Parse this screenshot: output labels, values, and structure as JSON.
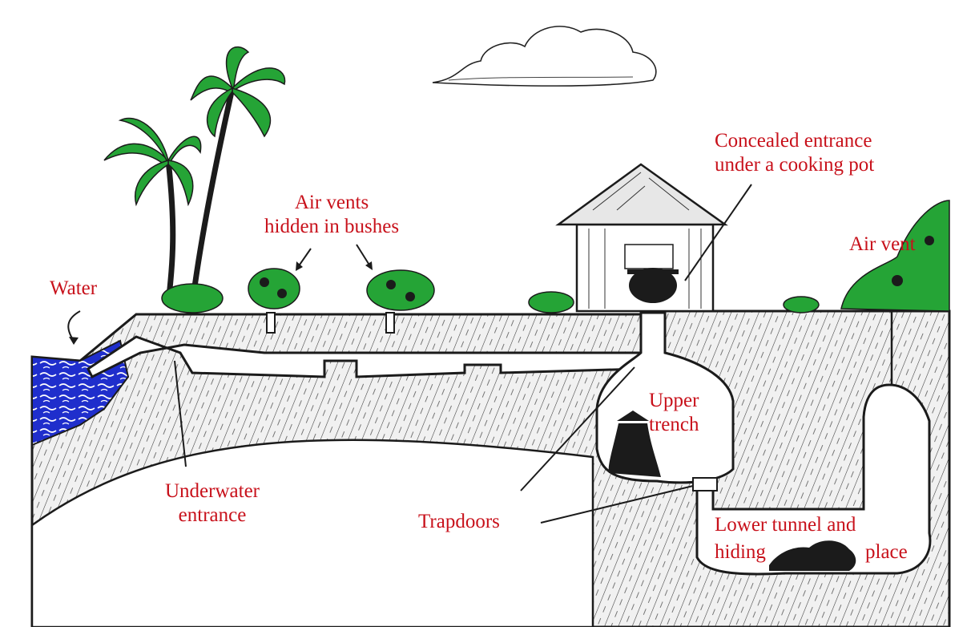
{
  "colors": {
    "label": "#c8111b",
    "ink": "#1b1b1b",
    "earth": "#f1f1f1",
    "water": "#1f2ecc",
    "foliage": "#25a436",
    "paper": "#ffffff"
  },
  "labels": {
    "water": "Water",
    "air_vents": [
      "Air vents",
      "hidden in bushes"
    ],
    "concealed_entrance": [
      "Concealed entrance",
      "under a cooking pot"
    ],
    "air_vent": "Air vent",
    "upper_trench": [
      "Upper",
      "trench"
    ],
    "underwater_entrance": [
      "Underwater",
      "entrance"
    ],
    "trapdoors": "Trapdoors",
    "lower_tunnel": [
      "Lower tunnel and",
      "hiding",
      "place"
    ]
  }
}
